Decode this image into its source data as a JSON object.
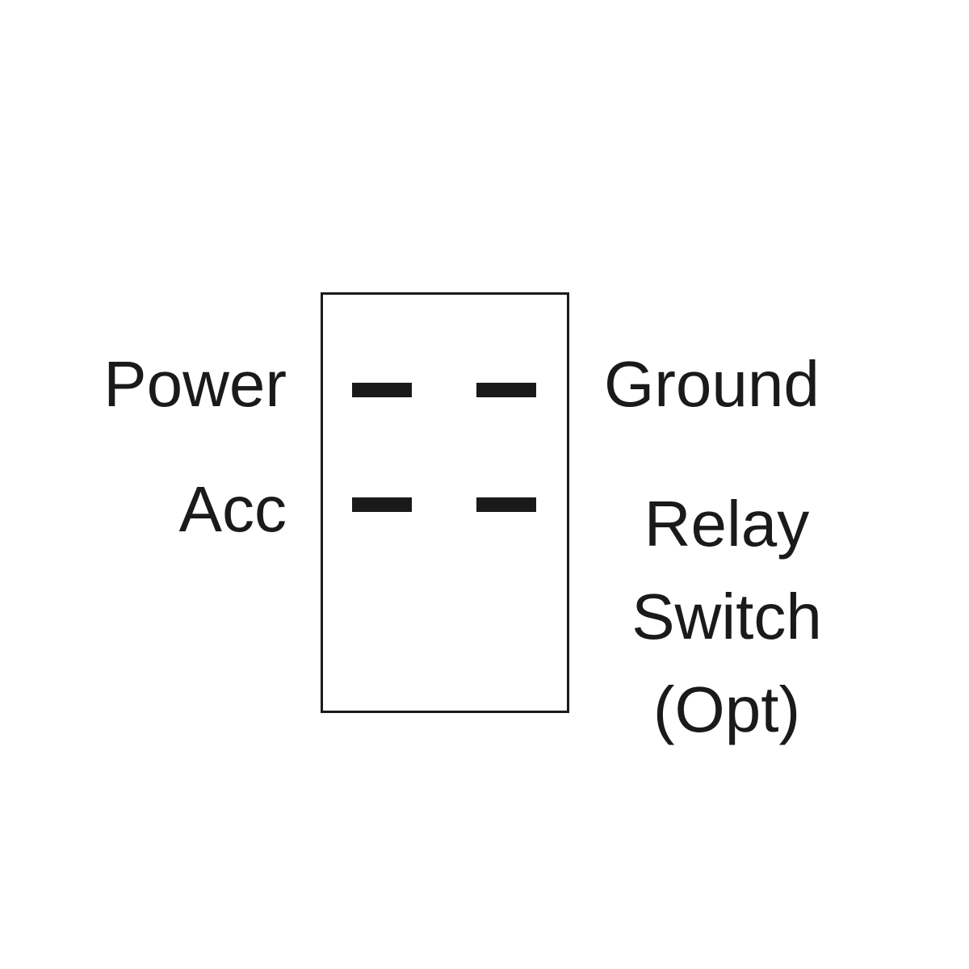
{
  "diagram": {
    "labels": {
      "power": "Power",
      "ground": "Ground",
      "acc": "Acc",
      "relay_line1": "Relay",
      "relay_line2": "Switch",
      "relay_line3": "(Opt)"
    },
    "colors": {
      "ink": "#1a1a1a",
      "background": "#ffffff"
    }
  }
}
